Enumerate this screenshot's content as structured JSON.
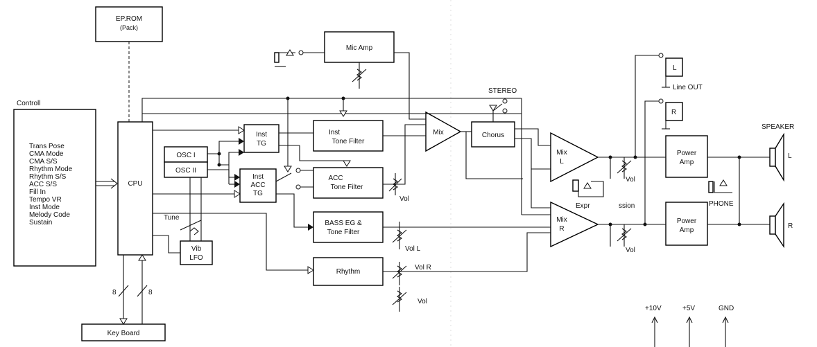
{
  "blocks": {
    "eprom": [
      "EP.ROM",
      "(Pack)"
    ],
    "cpu": "CPU",
    "osc1": "OSC I",
    "osc2": "OSC II",
    "vib_lfo": [
      "Vib",
      "LFO"
    ],
    "inst_tg": [
      "Inst",
      "TG"
    ],
    "inst_acc_tg": [
      "Inst",
      "ACC",
      "TG"
    ],
    "inst_tone_filter": [
      "Inst",
      "Tone Filter"
    ],
    "acc_tone_filter": [
      "ACC",
      "Tone Filter"
    ],
    "bass_eg": [
      "BASS EG &",
      "Tone Filter"
    ],
    "rhythm": "Rhythm",
    "mic_amp": "Mic Amp",
    "mix": "Mix",
    "chorus": "Chorus",
    "mix_l": [
      "Mix",
      "L"
    ],
    "mix_r": [
      "Mix",
      "R"
    ],
    "power_amp_l": [
      "Power",
      "Amp"
    ],
    "power_amp_r": [
      "Power",
      "Amp"
    ],
    "keyboard": "Key Board",
    "controll_title": "Controll",
    "controll_items": [
      "Trans Pose",
      "CMA Mode",
      "CMA S/S",
      "Rhythm Mode",
      "Rhythm S/S",
      "ACC S/S",
      "Fill In",
      "Tempo VR",
      "Inst Mode",
      "Melody Code",
      "Sustain"
    ]
  },
  "labels": {
    "tune": "Tune",
    "stereo": "STEREO",
    "vol_acc": "Vol",
    "vol_l": "Vol L",
    "vol_r": "Vol R",
    "vol_rhythm": "Vol",
    "vol_mix_l": "Vol",
    "vol_mix_r": "Vol",
    "expr": "Expr",
    "ssion": "ssion",
    "line_out": "Line OUT",
    "line_l": "L",
    "line_r": "R",
    "phone": "PHONE",
    "speaker": "SPEAKER",
    "spk_l": "L",
    "spk_r": "R",
    "bus8_left": "8",
    "bus8_right": "8"
  },
  "power": [
    "+10V",
    "+5V",
    "GND"
  ]
}
